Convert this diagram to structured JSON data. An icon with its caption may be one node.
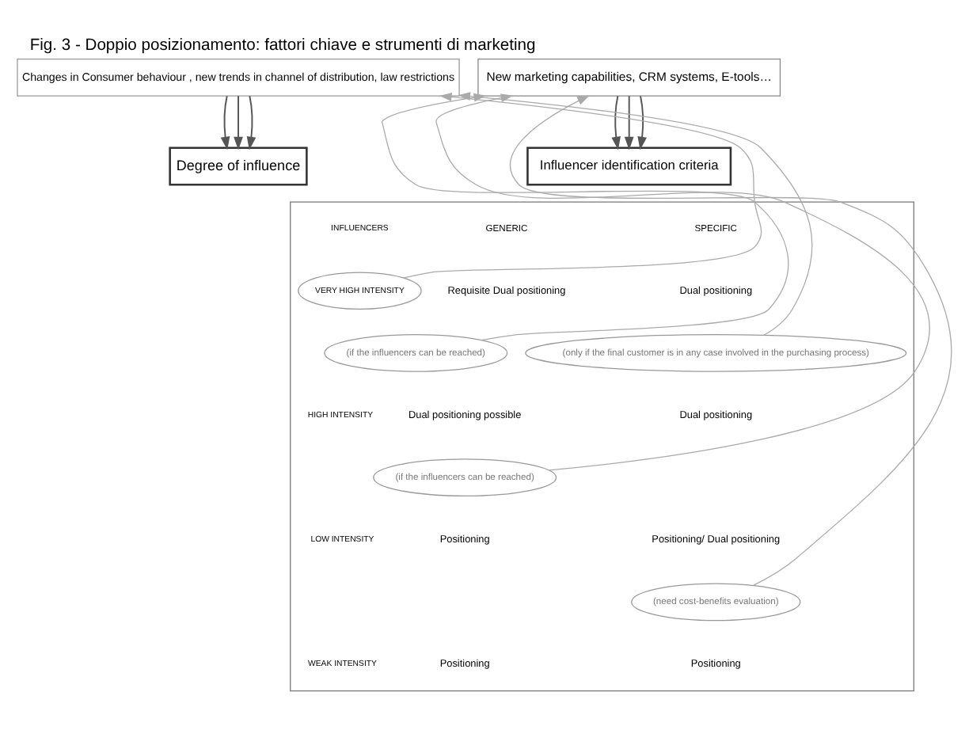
{
  "diagram": {
    "title": "Fig. 3 - Doppio posizionamento: fattori chiave e strumenti di marketing",
    "nodes": [
      {
        "text": [
          "New marketing capabilities, CRM systems, E-tools…"
        ]
      },
      {
        "text": [
          "Influencer identification criteria"
        ]
      },
      {
        "text": [
          "Changes in Consumer behaviour , new trends in channel of distribution, law restrictions"
        ]
      },
      {
        "text": [
          "Degree of influence"
        ]
      },
      {
        "text": [],
        "shape": "box"
      },
      {
        "text": [
          "VERY HIGH INTENSITY"
        ],
        "in": 4
      },
      {
        "text": [
          "(if the influencers can be reached)"
        ],
        "in": 4
      },
      {
        "text": [
          "(only if the final customer is in any case involved in the purchasing process)"
        ],
        "in": 4
      },
      {
        "text": [
          "(if the influencers can be reached)"
        ],
        "in": 4
      },
      {
        "text": [
          "(need cost-benefits evaluation)"
        ],
        "in": 4
      }
    ],
    "edges": [
      {
        "from": 0,
        "to": 1,
        "arrow": "to"
      },
      {
        "from": 0,
        "to": 1,
        "arrow": "to"
      },
      {
        "from": 0,
        "to": 1,
        "arrow": "to"
      },
      {
        "from": 2,
        "to": 3,
        "arrow": "to"
      },
      {
        "from": 2,
        "to": 3,
        "arrow": "to"
      },
      {
        "from": 2,
        "to": 3,
        "arrow": "to"
      },
      {
        "from": 5,
        "to": 2,
        "arrow": "to",
        "color": "#aaaaaa"
      },
      {
        "from": 7,
        "to": 2,
        "arrow": "to",
        "color": "#aaaaaa"
      },
      {
        "from": 6,
        "to": 0,
        "arrow": "to",
        "color": "#aaaaaa"
      },
      {
        "from": 8,
        "to": 0,
        "arrow": "to",
        "color": "#aaaaaa"
      },
      {
        "from": 9,
        "to": 0,
        "arrow": "to",
        "color": "#aaaaaa"
      }
    ],
    "labels": [
      "INFLUENCERS",
      "GENERIC",
      "SPECIFIC",
      "Requisite Dual positioning",
      "Dual positioning",
      "HIGH INTENSITY",
      "Dual positioning possible",
      "Dual positioning",
      "LOW INTENSITY",
      "Positioning",
      "Positioning/ Dual positioning",
      "WEAK INTENSITY",
      "Positioning",
      "Positioning"
    ]
  }
}
